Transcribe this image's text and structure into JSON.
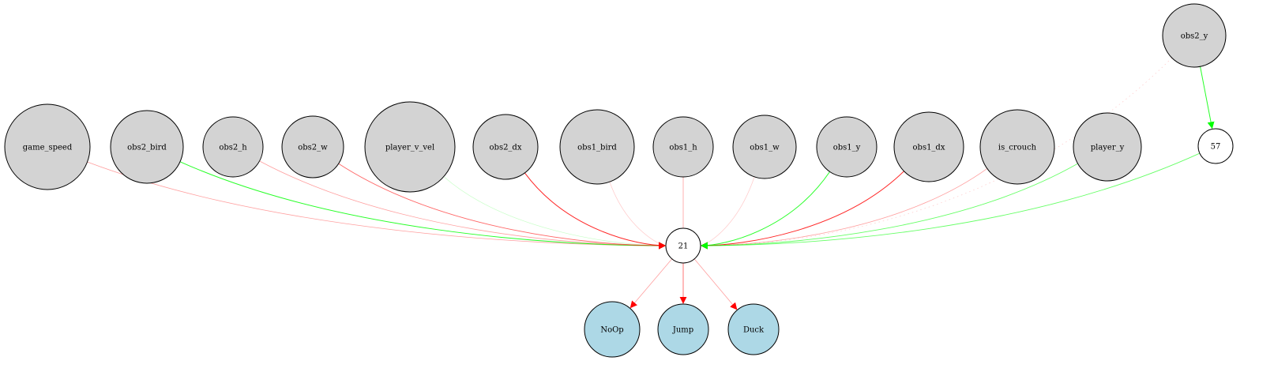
{
  "nodes": [
    {
      "id": "game_speed",
      "label": "game_speed",
      "kind": "input"
    },
    {
      "id": "obs2_bird",
      "label": "obs2_bird",
      "kind": "input"
    },
    {
      "id": "obs2_h",
      "label": "obs2_h",
      "kind": "input"
    },
    {
      "id": "obs2_w",
      "label": "obs2_w",
      "kind": "input"
    },
    {
      "id": "player_v_vel",
      "label": "player_v_vel",
      "kind": "input"
    },
    {
      "id": "obs2_dx",
      "label": "obs2_dx",
      "kind": "input"
    },
    {
      "id": "obs1_bird",
      "label": "obs1_bird",
      "kind": "input"
    },
    {
      "id": "obs1_h",
      "label": "obs1_h",
      "kind": "input"
    },
    {
      "id": "obs1_w",
      "label": "obs1_w",
      "kind": "input"
    },
    {
      "id": "obs1_y",
      "label": "obs1_y",
      "kind": "input"
    },
    {
      "id": "obs1_dx",
      "label": "obs1_dx",
      "kind": "input"
    },
    {
      "id": "is_crouch",
      "label": "is_crouch",
      "kind": "input"
    },
    {
      "id": "player_y",
      "label": "player_y",
      "kind": "input"
    },
    {
      "id": "obs2_y",
      "label": "obs2_y",
      "kind": "input"
    },
    {
      "id": "n57",
      "label": "57",
      "kind": "hidden"
    },
    {
      "id": "n21",
      "label": "21",
      "kind": "hidden"
    },
    {
      "id": "noop",
      "label": "NoOp",
      "kind": "output"
    },
    {
      "id": "jump",
      "label": "Jump",
      "kind": "output"
    },
    {
      "id": "duck",
      "label": "Duck",
      "kind": "output"
    }
  ],
  "edges": [
    {
      "from": "game_speed",
      "to": "n21",
      "sign": "negative",
      "strength": "weak",
      "style": "solid"
    },
    {
      "from": "obs2_bird",
      "to": "n21",
      "sign": "positive",
      "strength": "strong",
      "style": "solid"
    },
    {
      "from": "obs2_h",
      "to": "n21",
      "sign": "negative",
      "strength": "weak",
      "style": "solid"
    },
    {
      "from": "obs2_w",
      "to": "n21",
      "sign": "negative",
      "strength": "medium",
      "style": "solid"
    },
    {
      "from": "player_v_vel",
      "to": "n21",
      "sign": "positive",
      "strength": "faint",
      "style": "solid"
    },
    {
      "from": "obs2_dx",
      "to": "n21",
      "sign": "negative",
      "strength": "strong",
      "style": "solid"
    },
    {
      "from": "obs1_bird",
      "to": "n21",
      "sign": "negative",
      "strength": "faint",
      "style": "solid"
    },
    {
      "from": "obs1_h",
      "to": "n21",
      "sign": "negative",
      "strength": "weak",
      "style": "solid"
    },
    {
      "from": "obs1_w",
      "to": "n21",
      "sign": "negative",
      "strength": "faint",
      "style": "solid"
    },
    {
      "from": "obs1_y",
      "to": "n21",
      "sign": "positive",
      "strength": "strong",
      "style": "solid"
    },
    {
      "from": "obs1_dx",
      "to": "n21",
      "sign": "negative",
      "strength": "strong",
      "style": "solid"
    },
    {
      "from": "is_crouch",
      "to": "n21",
      "sign": "negative",
      "strength": "weak",
      "style": "solid"
    },
    {
      "from": "player_y",
      "to": "n21",
      "sign": "positive",
      "strength": "medium",
      "style": "solid"
    },
    {
      "from": "obs2_y",
      "to": "n21",
      "sign": "negative",
      "strength": "faint",
      "style": "dotted"
    },
    {
      "from": "obs2_y",
      "to": "n57",
      "sign": "positive",
      "strength": "strong",
      "style": "solid"
    },
    {
      "from": "n57",
      "to": "n21",
      "sign": "positive",
      "strength": "medium",
      "style": "solid"
    },
    {
      "from": "n21",
      "to": "noop",
      "sign": "negative",
      "strength": "weak",
      "style": "solid"
    },
    {
      "from": "n21",
      "to": "jump",
      "sign": "negative",
      "strength": "medium",
      "style": "solid"
    },
    {
      "from": "n21",
      "to": "duck",
      "sign": "negative",
      "strength": "weak",
      "style": "solid"
    }
  ],
  "colors": {
    "input_fill": "#d3d3d3",
    "hidden_fill": "#ffffff",
    "output_fill": "#add8e6",
    "node_stroke": "#000000",
    "positive": "#00ff00",
    "negative": "#ff0000",
    "background": "#ffffff"
  }
}
